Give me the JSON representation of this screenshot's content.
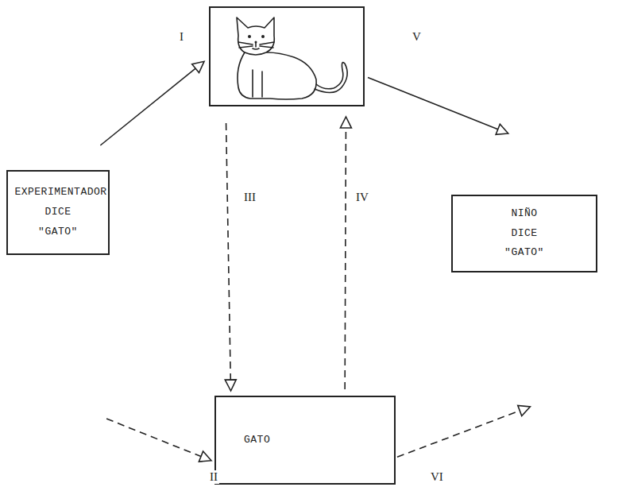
{
  "diagram": {
    "nodes": [
      {
        "text": []
      },
      {
        "text": [
          "EXPERIMENTADOR DICE \"GATO\""
        ]
      },
      {
        "text": [
          "NIÑO DICE \"GATO\""
        ]
      },
      {
        "text": [
          "GATO"
        ]
      }
    ],
    "edges": [
      {
        "from": 1,
        "to": 0,
        "arrow": "to",
        "label": "I"
      },
      {
        "from": 1,
        "to": 3,
        "arrow": "to",
        "label": "II"
      },
      {
        "from": 0,
        "to": 3,
        "arrow": "to",
        "label": "III"
      },
      {
        "from": 3,
        "to": 0,
        "arrow": "to",
        "label": "IV"
      },
      {
        "from": 0,
        "to": 2,
        "arrow": "to",
        "label": "V"
      },
      {
        "from": 3,
        "to": 2,
        "arrow": "to",
        "label": "VI"
      }
    ]
  }
}
